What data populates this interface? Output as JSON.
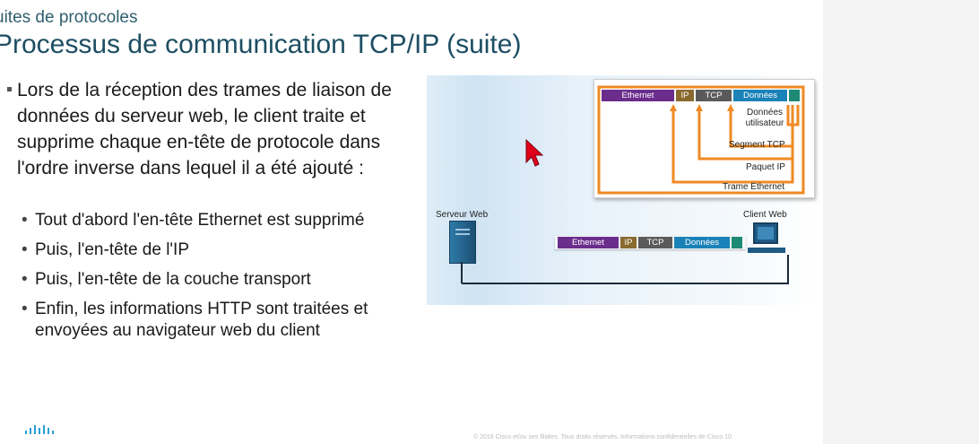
{
  "slide": {
    "section": "uites de protocoles",
    "title": "Processus de communication TCP/IP (suite)",
    "main_bullet": "Lors de la réception des trames de liaison de données du serveur web, le client traite et supprime chaque en-tête de protocole dans l'ordre inverse dans lequel il a été ajouté :",
    "sub_bullets": [
      "Tout d'abord l'en-tête Ethernet est supprimé",
      "Puis, l'en-tête de l'IP",
      "Puis, l'en-tête de la couche transport",
      "Enfin, les informations HTTP sont traitées et envoyées au navigateur web du client"
    ],
    "footer": "© 2016 Cisco et/ou ses filiales. Tous droits réservés. Informations confidentielles de Cisco    10"
  },
  "diagram": {
    "server_label": "Serveur Web",
    "client_label": "Client Web",
    "header_segments": {
      "ethernet": "Ethernet",
      "ip": "IP",
      "tcp": "TCP",
      "donnees": "Données"
    },
    "layer_labels": {
      "donnees_line1": "Données",
      "donnees_line2": "utilisateur",
      "segment": "Segment TCP",
      "paquet": "Paquet IP",
      "trame": "Trame Ethernet"
    }
  },
  "colors": {
    "title": "#1d4e63",
    "section": "#2f5f6f",
    "ethernet_segment": "#6b2d8c",
    "ip_segment": "#8a6a2e",
    "tcp_segment": "#5a5a5a",
    "donnees_segment": "#1a82b8",
    "trailer_segment": "#1f8a73",
    "bracket_orange": "#f08a24",
    "cursor": "#e0001b"
  },
  "icons": {
    "cursor": "mouse-pointer-icon",
    "logo": "cisco-logo",
    "server": "server-icon",
    "client": "client-computer-icon"
  }
}
